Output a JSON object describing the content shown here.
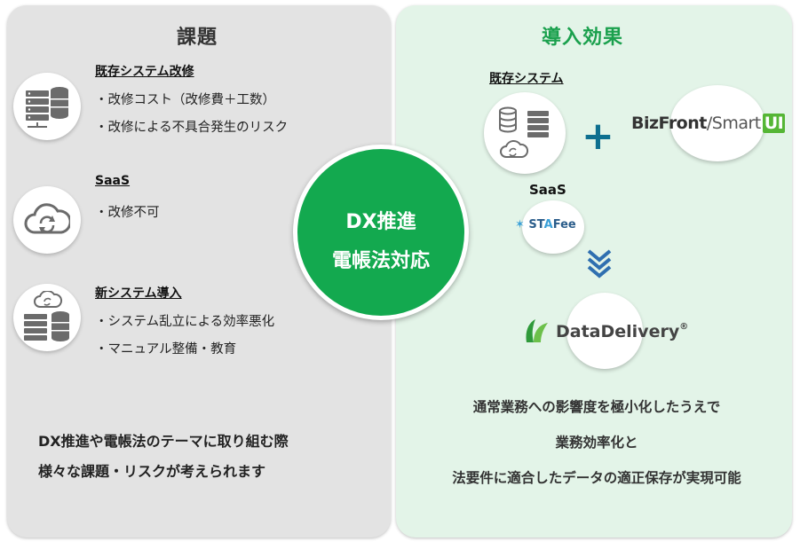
{
  "left_panel": {
    "title": "課題",
    "sections": [
      {
        "heading": "既存システム改修",
        "bullets": [
          "・改修コスト（改修費＋工数）",
          "・改修による不具合発生のリスク"
        ],
        "icon": "server-database-icon"
      },
      {
        "heading": "SaaS",
        "bullets": [
          "・改修不可"
        ],
        "icon": "cloud-sync-icon"
      },
      {
        "heading": "新システム導入",
        "bullets": [
          "・システム乱立による効率悪化",
          "・マニュアル整備・教育"
        ],
        "icon": "cloud-server-database-icon"
      }
    ],
    "summary": [
      "DX推進や電帳法のテーマに取り組む際",
      "様々な課題・リスクが考えられます"
    ]
  },
  "center": {
    "line1": "DX推進",
    "line2": "電帳法対応"
  },
  "right_panel": {
    "title": "導入効果",
    "existing_label": "既存システム",
    "saas_label": "SaaS",
    "logos": {
      "bizfront": {
        "part1": "BizFront",
        "part2": "/Smart",
        "part3": "UI"
      },
      "stafee": {
        "part1": "ST",
        "part2": "A",
        "part3": "Fee"
      },
      "datadelivery": {
        "text": "DataDelivery",
        "mark": "®"
      }
    },
    "plus": "+",
    "result": [
      "通常業務への影響度を極小化したうえで",
      "業務効率化と",
      "法要件に適合したデータの適正保存が実現可能"
    ]
  },
  "colors": {
    "green": "#13a94f",
    "left_bg": "#e3e3e3",
    "right_bg": "#e3f4e8",
    "plus": "#0d6f8f",
    "icon_gray": "#6b6b6b"
  }
}
